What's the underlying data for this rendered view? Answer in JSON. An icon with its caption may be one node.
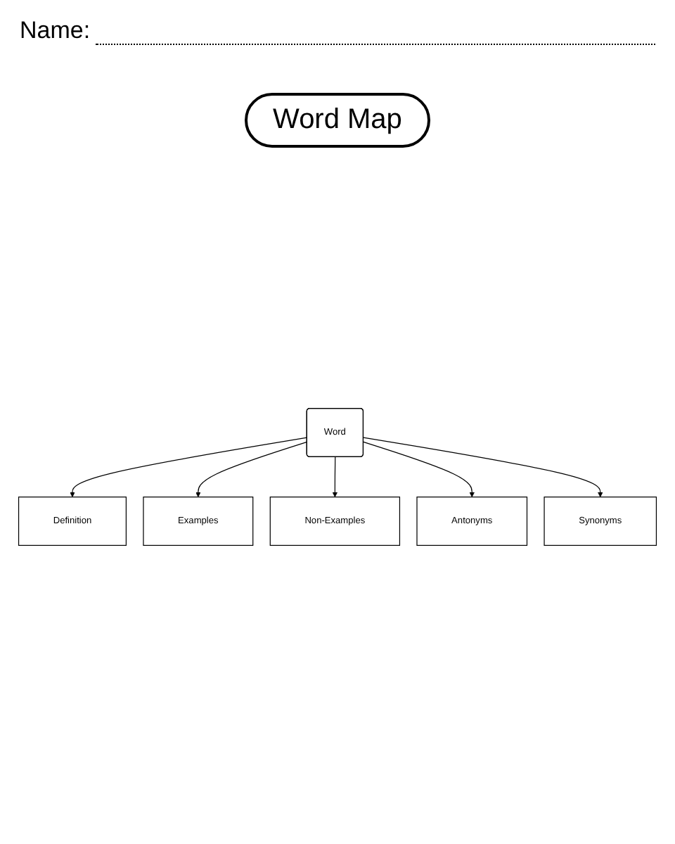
{
  "diagram": {
    "title": "Word Map",
    "nodes": [
      {
        "text": [
          "Definition"
        ]
      },
      {
        "text": [
          "Examples"
        ]
      },
      {
        "text": [
          "Word"
        ]
      },
      {
        "text": [
          "Non-Examples"
        ]
      },
      {
        "text": [
          "Antonyms"
        ]
      },
      {
        "text": [
          "Synonyms"
        ]
      }
    ],
    "edges": [
      {
        "from": 2,
        "to": 0,
        "arrow": "to"
      },
      {
        "from": 2,
        "to": 1,
        "arrow": "to"
      },
      {
        "from": 2,
        "to": 3,
        "arrow": "to"
      },
      {
        "from": 2,
        "to": 4,
        "arrow": "to"
      },
      {
        "from": 2,
        "to": 5,
        "arrow": "to"
      }
    ],
    "labels": [
      "Name:"
    ]
  }
}
